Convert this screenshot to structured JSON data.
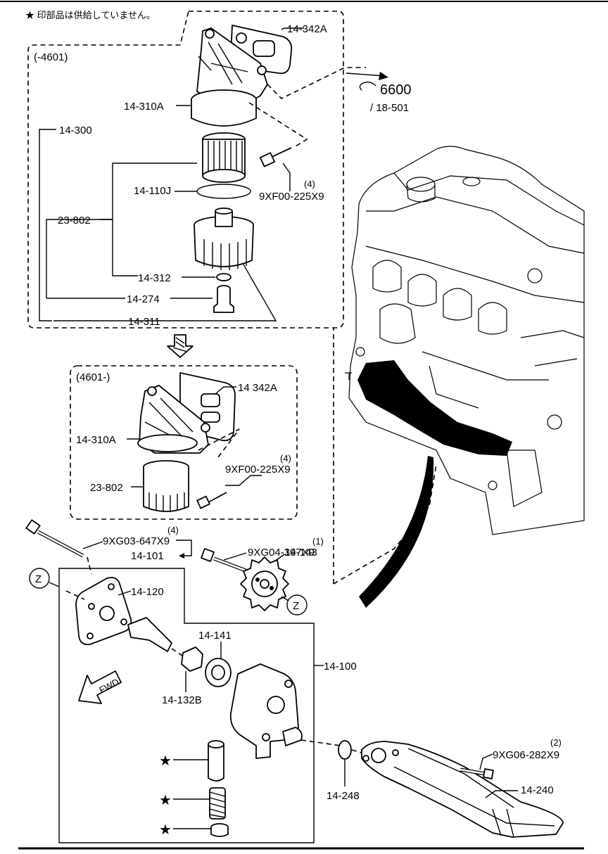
{
  "note": "★ 印部品は供給していません。",
  "groups": {
    "old": "(-4601)",
    "new": "(4601-)"
  },
  "reference": {
    "code": "6600",
    "sub": "/ 18-501"
  },
  "labels": {
    "gasket_old": "14-342A",
    "body_old": "14-310A",
    "set": "14-300",
    "element": "14-110J",
    "cartridge_old": "23-802",
    "bolt_old_qty": "(4)",
    "bolt_old": "9XF00-225X9",
    "oring_small": "14-312",
    "valve": "14-274",
    "cap": "14-311",
    "gasket_new": "14 342A",
    "body_new": "14-310A",
    "bolt_new_qty": "(4)",
    "bolt_new": "9XF00-225X9",
    "cartridge_new": "23-802",
    "pump_bolt_qty": "(4)",
    "pump_bolt": "9XG03-647X9",
    "pump_bolt_group": "14-101",
    "sprocket_bolt_qty": "(1)",
    "sprocket_bolt": "9XG04-397X9",
    "sprocket": "14-143",
    "cover": "14-120",
    "outer_rotor": "14-141",
    "pump": "14-100",
    "inner_rotor": "14-132B",
    "fwd": "FWD",
    "oring": "14-248",
    "strainer_bolt_qty": "(2)",
    "strainer_bolt": "9XG06-282X9",
    "strainer": "14-240",
    "zone_a": "Z",
    "zone_b": "Z",
    "star_a": "★",
    "star_b": "★",
    "star_c": "★"
  }
}
